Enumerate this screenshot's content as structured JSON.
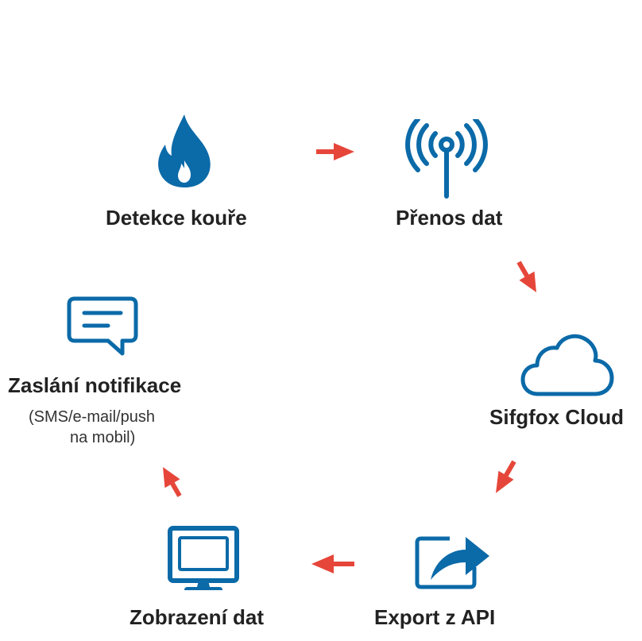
{
  "colors": {
    "icon": "#0b6aa8",
    "arrow": "#e6463a",
    "text": "#222222"
  },
  "steps": [
    {
      "id": "smoke",
      "label": "Detekce kouře",
      "icon": "flame-icon"
    },
    {
      "id": "transfer",
      "label": "Přenos dat",
      "icon": "antenna-icon"
    },
    {
      "id": "cloud",
      "label": "Sifgfox Cloud",
      "icon": "cloud-icon"
    },
    {
      "id": "export",
      "label": "Export z API",
      "icon": "export-icon"
    },
    {
      "id": "display",
      "label": "Zobrazení dat",
      "icon": "monitor-icon"
    },
    {
      "id": "notify",
      "label": "Zaslání notifikace",
      "icon": "chat-icon",
      "sublabel_lines": [
        "(SMS/e-mail/push",
        "na mobil)"
      ]
    }
  ]
}
